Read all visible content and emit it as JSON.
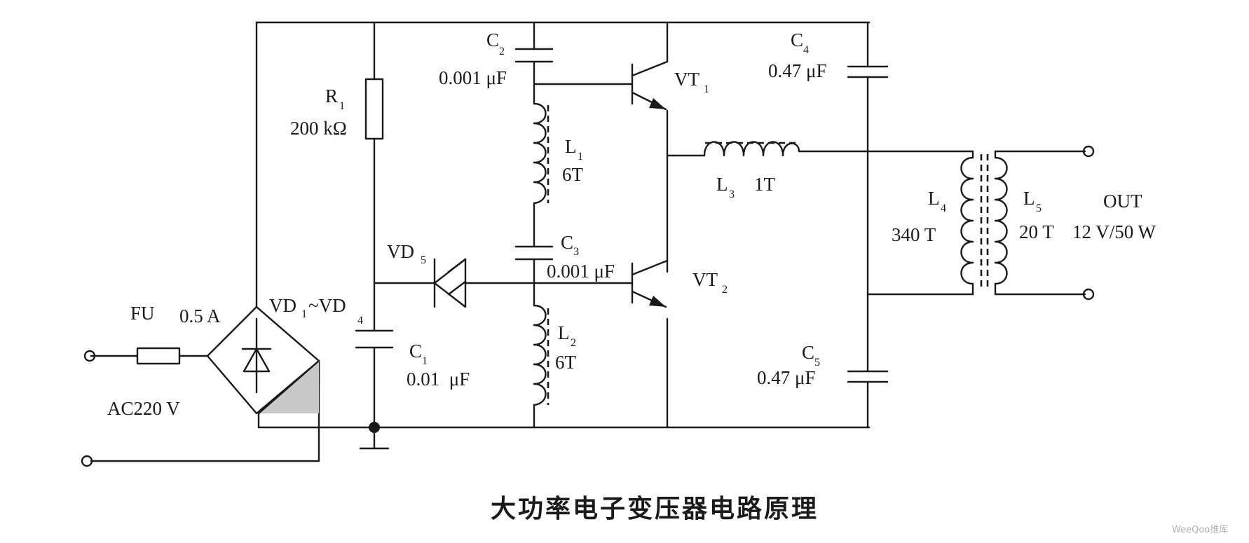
{
  "title": "大功率电子变压器电路原理",
  "watermark": "WeeQoo维库",
  "components": {
    "fuse": {
      "ref": "FU",
      "value": "0.5 A"
    },
    "bridge": {
      "ref": "VD",
      "sub1": "1",
      "range": "~VD",
      "sub2": "4"
    },
    "input": {
      "label": "AC220 V"
    },
    "r1": {
      "ref": "R",
      "sub": "1",
      "value": "200 kΩ"
    },
    "c1": {
      "ref": "C",
      "sub": "1",
      "value": "0.01  μF"
    },
    "c2": {
      "ref": "C",
      "sub": "2",
      "value": "0.001 μF"
    },
    "c3": {
      "ref": "C",
      "sub": "3",
      "value": "0.001 μF"
    },
    "c4": {
      "ref": "C",
      "sub": "4",
      "value": "0.47 μF"
    },
    "c5": {
      "ref": "C",
      "sub": "5",
      "value": "0.47 μF"
    },
    "l1": {
      "ref": "L",
      "sub": "1",
      "value": "6T"
    },
    "l2": {
      "ref": "L",
      "sub": "2",
      "value": "6T"
    },
    "l3": {
      "ref": "L",
      "sub": "3",
      "value": "1T"
    },
    "l4": {
      "ref": "L",
      "sub": "4",
      "value": "340 T"
    },
    "l5": {
      "ref": "L",
      "sub": "5",
      "value": "20 T"
    },
    "vd5": {
      "ref": "VD",
      "sub": "5"
    },
    "vt1": {
      "ref": "VT",
      "sub": "1"
    },
    "vt2": {
      "ref": "VT",
      "sub": "2"
    },
    "output": {
      "label": "OUT",
      "value": "12 V/50 W"
    }
  }
}
